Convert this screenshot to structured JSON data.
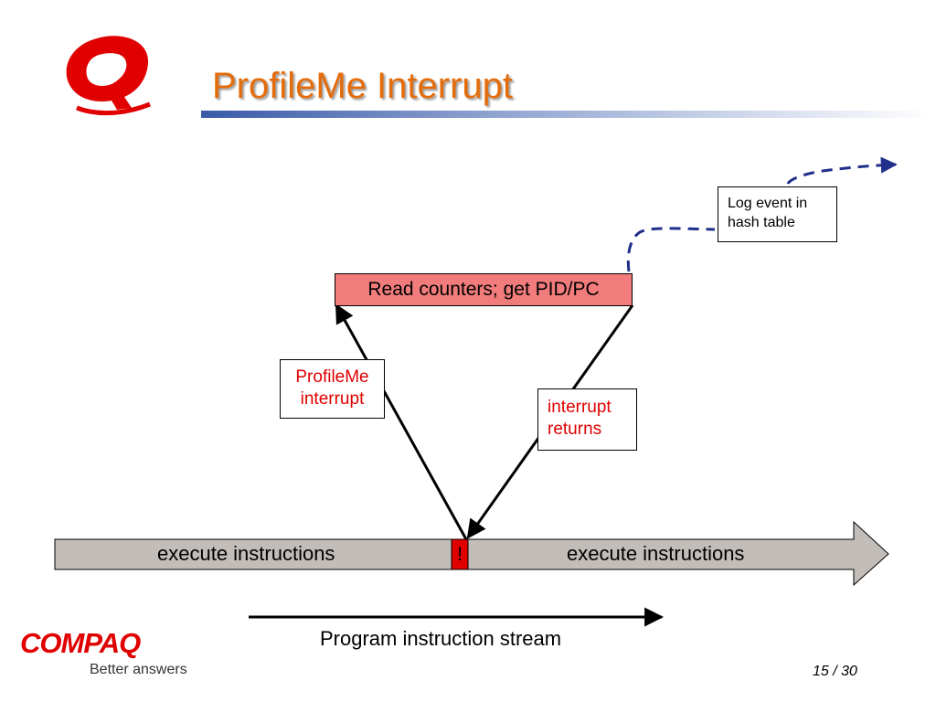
{
  "slide": {
    "title": "ProfileMe Interrupt",
    "page_current": "15",
    "page_separator": "/",
    "page_total": "30"
  },
  "logos": {
    "top_logo": "Q-logo",
    "brand_wordmark": "COMPAQ",
    "tagline": "Better answers"
  },
  "diagram": {
    "read_box": "Read counters; get PID/PC",
    "interrupt_box_lines": [
      "ProfileMe",
      "interrupt"
    ],
    "returns_box_lines": [
      "interrupt",
      "returns"
    ],
    "log_box_lines": [
      "Log event in",
      "hash table"
    ],
    "exec_left": "execute instructions",
    "exec_right": "execute instructions",
    "marker": "!",
    "stream_label": "Program instruction stream"
  },
  "colors": {
    "title": "#e46c0a",
    "red_box": "#f27c7c",
    "callout_text": "#e00000",
    "band": "#c2bdb8",
    "dashed_path": "#1f2f8a",
    "brand_red": "#e00000"
  }
}
